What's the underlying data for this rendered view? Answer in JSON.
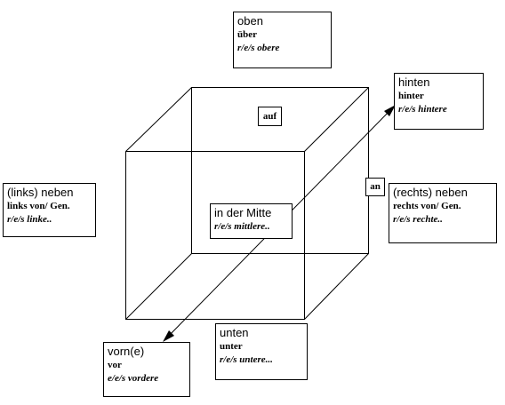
{
  "labels": {
    "oben": {
      "line1": "oben",
      "line2": "über",
      "line3": "r/e/s obere"
    },
    "hinten": {
      "line1": "hinten",
      "line2": "hinter",
      "line3": "r/e/s hintere"
    },
    "links": {
      "line1": "(links) neben",
      "line2": "links von/ Gen.",
      "line3": "r/e/s linke.."
    },
    "rechts": {
      "line1": "(rechts) neben",
      "line2": "rechts von/ Gen.",
      "line3": "r/e/s rechte.."
    },
    "mitte": {
      "line1": "in der Mitte",
      "line2": "r/e/s mittlere.."
    },
    "unten": {
      "line1": "unten",
      "line2": "unter",
      "line3": "r/e/s untere..."
    },
    "vorn": {
      "line1": "vorn(e)",
      "line2": "vor",
      "line3": "e/e/s vordere"
    },
    "auf": "auf",
    "an": "an"
  }
}
